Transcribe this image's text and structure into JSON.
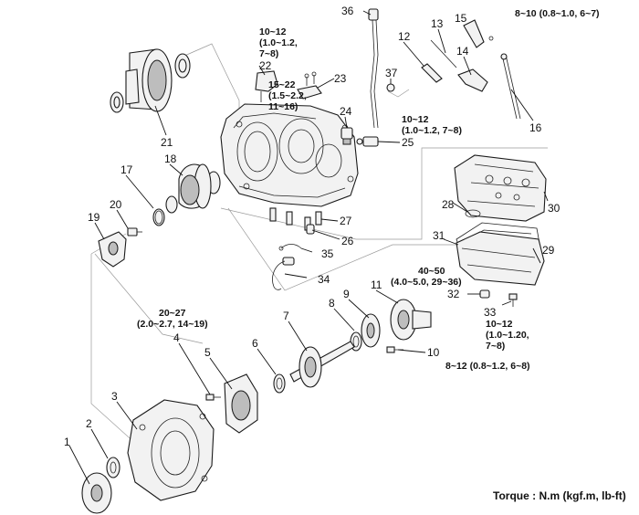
{
  "legend": "Torque : N.m (kgf.m, lb-ft)",
  "callouts": [
    "1",
    "2",
    "3",
    "4",
    "5",
    "6",
    "7",
    "8",
    "9",
    "10",
    "11",
    "12",
    "13",
    "14",
    "15",
    "16",
    "17",
    "18",
    "19",
    "20",
    "21",
    "22",
    "23",
    "24",
    "25",
    "26",
    "27",
    "28",
    "29",
    "30",
    "31",
    "32",
    "33",
    "34",
    "35",
    "36",
    "37"
  ],
  "torque": {
    "t22": [
      "10~12",
      "(1.0~1.2,",
      "7~8)"
    ],
    "t23": [
      "15~22",
      "(1.5~2.2,",
      "11~16)"
    ],
    "t25": [
      "10~12",
      "(1.0~1.2, 7~8)"
    ],
    "t15": [
      "8~10 (0.8~1.0, 6~7)"
    ],
    "t32": [
      "40~50",
      "(4.0~5.0, 29~36)"
    ],
    "t33": [
      "10~12",
      "(1.0~1.20,",
      "7~8)"
    ],
    "t4": [
      "20~27",
      "(2.0~2.7, 14~19)"
    ],
    "t10": [
      "8~12 (0.8~1.2, 6~8)"
    ]
  }
}
